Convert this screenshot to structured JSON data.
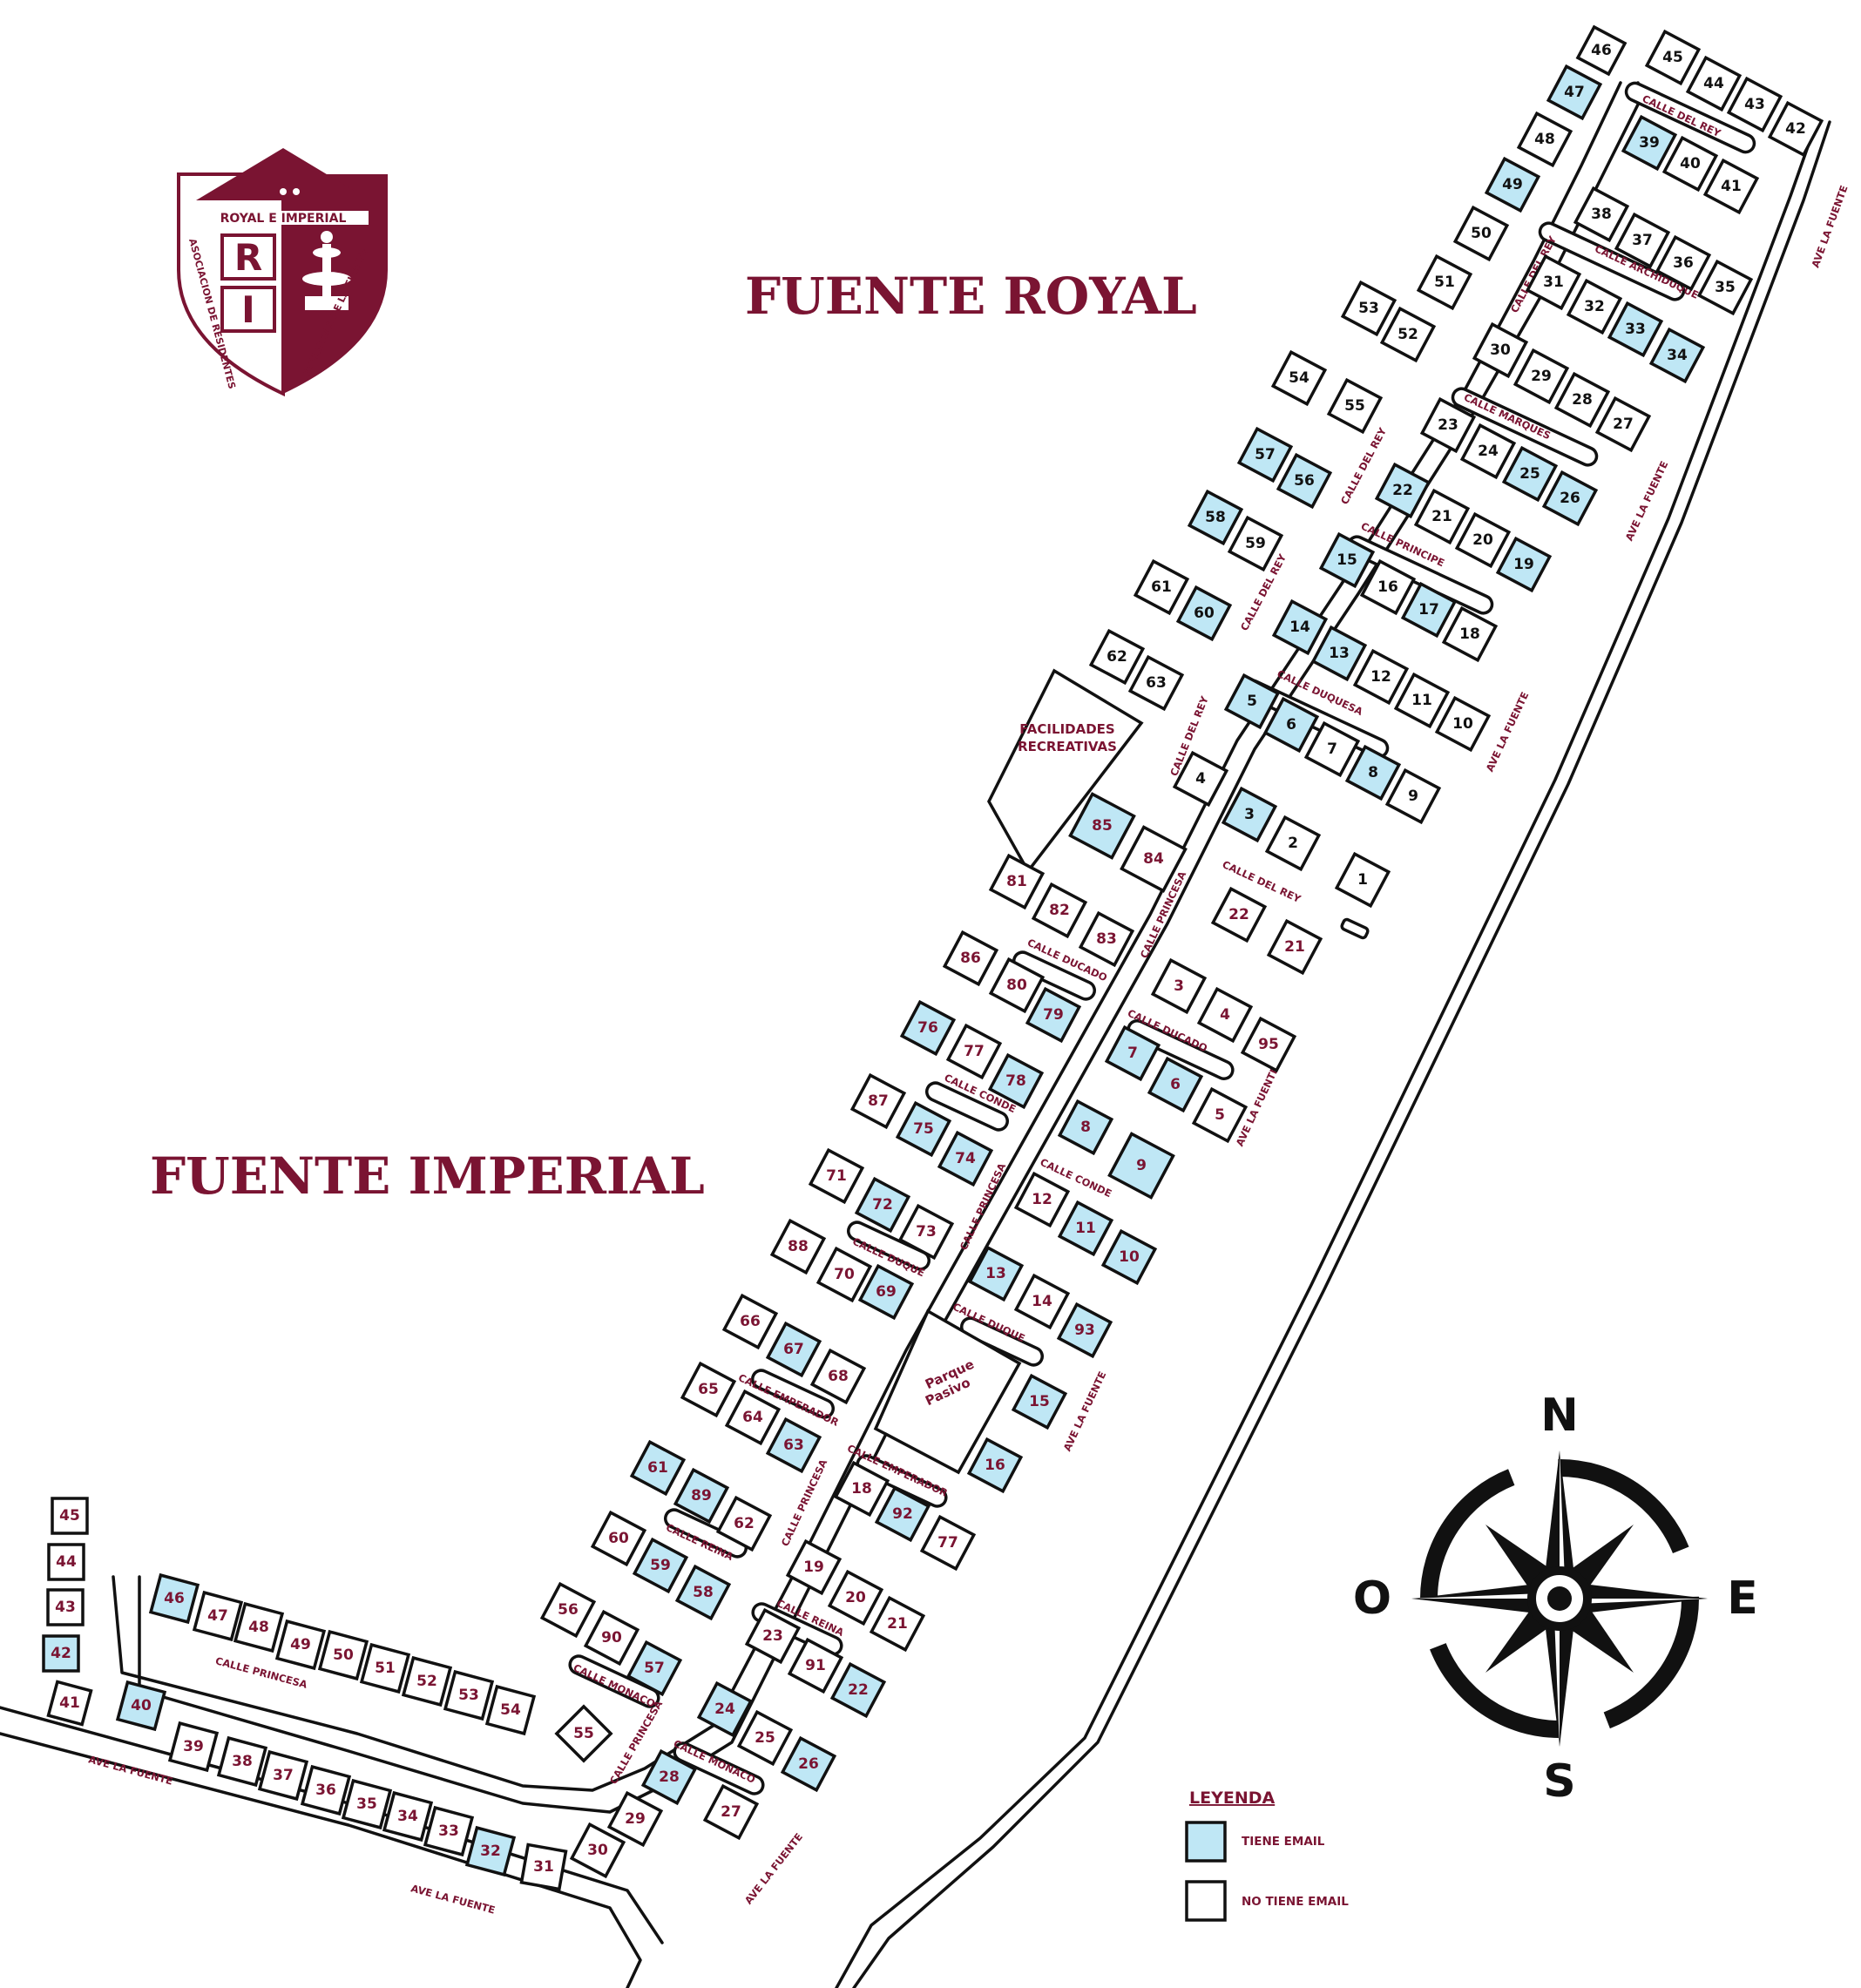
{
  "titles": {
    "royal": "FUENTE ROYAL",
    "imperial": "FUENTE IMPERIAL"
  },
  "logo": {
    "banner": "ROYAL E IMPERIAL",
    "letter_r": "R",
    "letter_i": "I",
    "arc_left": "ASOCIACION DE RESIDENTES",
    "arc_right": "ESTANCIAS DE LA FUENTE",
    "primary_color": "#7a1432"
  },
  "colors": {
    "has_email": "#bfe7f5",
    "no_email": "#ffffff",
    "accent": "#7a1432"
  },
  "legend": {
    "title": "LEYENDA",
    "has_email_label": "TIENE EMAIL",
    "no_email_label": "NO TIENE EMAIL"
  },
  "compass": {
    "n": "N",
    "s": "S",
    "e": "E",
    "w": "O"
  },
  "facilities": {
    "recreational_line1": "FACILIDADES",
    "recreational_line2": "RECREATIVAS",
    "park_line1": "Parque",
    "park_line2": "Pasivo"
  },
  "streets": {
    "calle_del_rey": "CALLE DEL REY",
    "calle_archiduque": "CALLE ARCHIDUQUE",
    "calle_marques": "CALLE MARQUES",
    "calle_principe": "CALLE PRINCIPE",
    "calle_duquesa": "CALLE DUQUESA",
    "calle_princesa": "CALLE PRINCESA",
    "calle_ducado": "CALLE DUCADO",
    "calle_conde": "CALLE CONDE",
    "calle_duque": "CALLE DUQUE",
    "calle_emperador": "CALLE EMPERADOR",
    "calle_reina": "CALLE REINA",
    "calle_monaco": "CALLE MONACO",
    "ave_la_fuente": "AVE LA FUENTE"
  },
  "royal_lots": [
    {
      "n": "46",
      "e": false
    },
    {
      "n": "45",
      "e": false
    },
    {
      "n": "44",
      "e": false
    },
    {
      "n": "43",
      "e": false
    },
    {
      "n": "42",
      "e": false
    },
    {
      "n": "47",
      "e": true
    },
    {
      "n": "39",
      "e": true
    },
    {
      "n": "40",
      "e": false
    },
    {
      "n": "41",
      "e": false
    },
    {
      "n": "48",
      "e": false
    },
    {
      "n": "49",
      "e": true
    },
    {
      "n": "38",
      "e": false
    },
    {
      "n": "37",
      "e": false
    },
    {
      "n": "36",
      "e": false
    },
    {
      "n": "35",
      "e": false
    },
    {
      "n": "50",
      "e": false
    },
    {
      "n": "51",
      "e": false
    },
    {
      "n": "31",
      "e": false
    },
    {
      "n": "32",
      "e": false
    },
    {
      "n": "33",
      "e": true
    },
    {
      "n": "34",
      "e": true
    },
    {
      "n": "53",
      "e": false
    },
    {
      "n": "52",
      "e": false
    },
    {
      "n": "30",
      "e": false
    },
    {
      "n": "29",
      "e": false
    },
    {
      "n": "28",
      "e": false
    },
    {
      "n": "27",
      "e": false
    },
    {
      "n": "54",
      "e": false
    },
    {
      "n": "55",
      "e": false
    },
    {
      "n": "23",
      "e": false
    },
    {
      "n": "24",
      "e": false
    },
    {
      "n": "25",
      "e": true
    },
    {
      "n": "26",
      "e": true
    },
    {
      "n": "57",
      "e": true
    },
    {
      "n": "56",
      "e": true
    },
    {
      "n": "22",
      "e": true
    },
    {
      "n": "21",
      "e": false
    },
    {
      "n": "20",
      "e": false
    },
    {
      "n": "19",
      "e": true
    },
    {
      "n": "58",
      "e": true
    },
    {
      "n": "59",
      "e": false
    },
    {
      "n": "15",
      "e": true
    },
    {
      "n": "16",
      "e": false
    },
    {
      "n": "17",
      "e": true
    },
    {
      "n": "18",
      "e": false
    },
    {
      "n": "61",
      "e": false
    },
    {
      "n": "60",
      "e": true
    },
    {
      "n": "14",
      "e": true
    },
    {
      "n": "13",
      "e": true
    },
    {
      "n": "12",
      "e": false
    },
    {
      "n": "11",
      "e": false
    },
    {
      "n": "10",
      "e": false
    },
    {
      "n": "62",
      "e": false
    },
    {
      "n": "63",
      "e": false
    },
    {
      "n": "5",
      "e": true
    },
    {
      "n": "6",
      "e": true
    },
    {
      "n": "7",
      "e": false
    },
    {
      "n": "8",
      "e": true
    },
    {
      "n": "9",
      "e": false
    },
    {
      "n": "4",
      "e": false
    },
    {
      "n": "3",
      "e": true
    },
    {
      "n": "2",
      "e": false
    },
    {
      "n": "1",
      "e": false
    }
  ],
  "imperial_lots": [
    {
      "n": "85",
      "e": true
    },
    {
      "n": "84",
      "e": false
    },
    {
      "n": "81",
      "e": false
    },
    {
      "n": "82",
      "e": false
    },
    {
      "n": "83",
      "e": false
    },
    {
      "n": "22",
      "e": false
    },
    {
      "n": "21",
      "e": false
    },
    {
      "n": "86",
      "e": false
    },
    {
      "n": "80",
      "e": false
    },
    {
      "n": "79",
      "e": true
    },
    {
      "n": "3",
      "e": false
    },
    {
      "n": "4",
      "e": false
    },
    {
      "n": "95",
      "e": false
    },
    {
      "n": "76",
      "e": true
    },
    {
      "n": "77",
      "e": false
    },
    {
      "n": "78",
      "e": true
    },
    {
      "n": "7",
      "e": true
    },
    {
      "n": "6",
      "e": true
    },
    {
      "n": "5",
      "e": false
    },
    {
      "n": "87",
      "e": false
    },
    {
      "n": "75",
      "e": true
    },
    {
      "n": "74",
      "e": true
    },
    {
      "n": "8",
      "e": true
    },
    {
      "n": "9",
      "e": true
    },
    {
      "n": "71",
      "e": false
    },
    {
      "n": "72",
      "e": true
    },
    {
      "n": "73",
      "e": false
    },
    {
      "n": "12",
      "e": false
    },
    {
      "n": "11",
      "e": true
    },
    {
      "n": "10",
      "e": true
    },
    {
      "n": "88",
      "e": false
    },
    {
      "n": "70",
      "e": false
    },
    {
      "n": "69",
      "e": true
    },
    {
      "n": "13",
      "e": true
    },
    {
      "n": "14",
      "e": false
    },
    {
      "n": "93",
      "e": true
    },
    {
      "n": "66",
      "e": false
    },
    {
      "n": "67",
      "e": true
    },
    {
      "n": "68",
      "e": false
    },
    {
      "n": "15",
      "e": true
    },
    {
      "n": "65",
      "e": false
    },
    {
      "n": "64",
      "e": false
    },
    {
      "n": "63",
      "e": true
    },
    {
      "n": "16",
      "e": true
    },
    {
      "n": "61",
      "e": true
    },
    {
      "n": "89",
      "e": true
    },
    {
      "n": "62",
      "e": false
    },
    {
      "n": "18",
      "e": false
    },
    {
      "n": "92",
      "e": true
    },
    {
      "n": "77",
      "e": false
    },
    {
      "n": "60",
      "e": false
    },
    {
      "n": "59",
      "e": true
    },
    {
      "n": "58",
      "e": true
    },
    {
      "n": "19",
      "e": false
    },
    {
      "n": "20",
      "e": false
    },
    {
      "n": "21",
      "e": false
    },
    {
      "n": "56",
      "e": false
    },
    {
      "n": "90",
      "e": false
    },
    {
      "n": "57",
      "e": true
    },
    {
      "n": "23",
      "e": false
    },
    {
      "n": "91",
      "e": false
    },
    {
      "n": "22",
      "e": true
    },
    {
      "n": "24",
      "e": true
    },
    {
      "n": "25",
      "e": false
    },
    {
      "n": "26",
      "e": true
    },
    {
      "n": "55",
      "e": false
    },
    {
      "n": "28",
      "e": true
    },
    {
      "n": "27",
      "e": false
    },
    {
      "n": "29",
      "e": false
    },
    {
      "n": "30",
      "e": false
    },
    {
      "n": "31",
      "e": false
    },
    {
      "n": "32",
      "e": true
    },
    {
      "n": "33",
      "e": false
    },
    {
      "n": "34",
      "e": false
    },
    {
      "n": "35",
      "e": false
    },
    {
      "n": "36",
      "e": false
    },
    {
      "n": "37",
      "e": false
    },
    {
      "n": "38",
      "e": false
    },
    {
      "n": "39",
      "e": false
    },
    {
      "n": "40",
      "e": true
    },
    {
      "n": "41",
      "e": false
    },
    {
      "n": "42",
      "e": true
    },
    {
      "n": "43",
      "e": false
    },
    {
      "n": "44",
      "e": false
    },
    {
      "n": "45",
      "e": false
    },
    {
      "n": "46",
      "e": true
    },
    {
      "n": "47",
      "e": false
    },
    {
      "n": "48",
      "e": false
    },
    {
      "n": "49",
      "e": false
    },
    {
      "n": "50",
      "e": false
    },
    {
      "n": "51",
      "e": false
    },
    {
      "n": "52",
      "e": false
    },
    {
      "n": "53",
      "e": false
    },
    {
      "n": "54",
      "e": false
    }
  ]
}
